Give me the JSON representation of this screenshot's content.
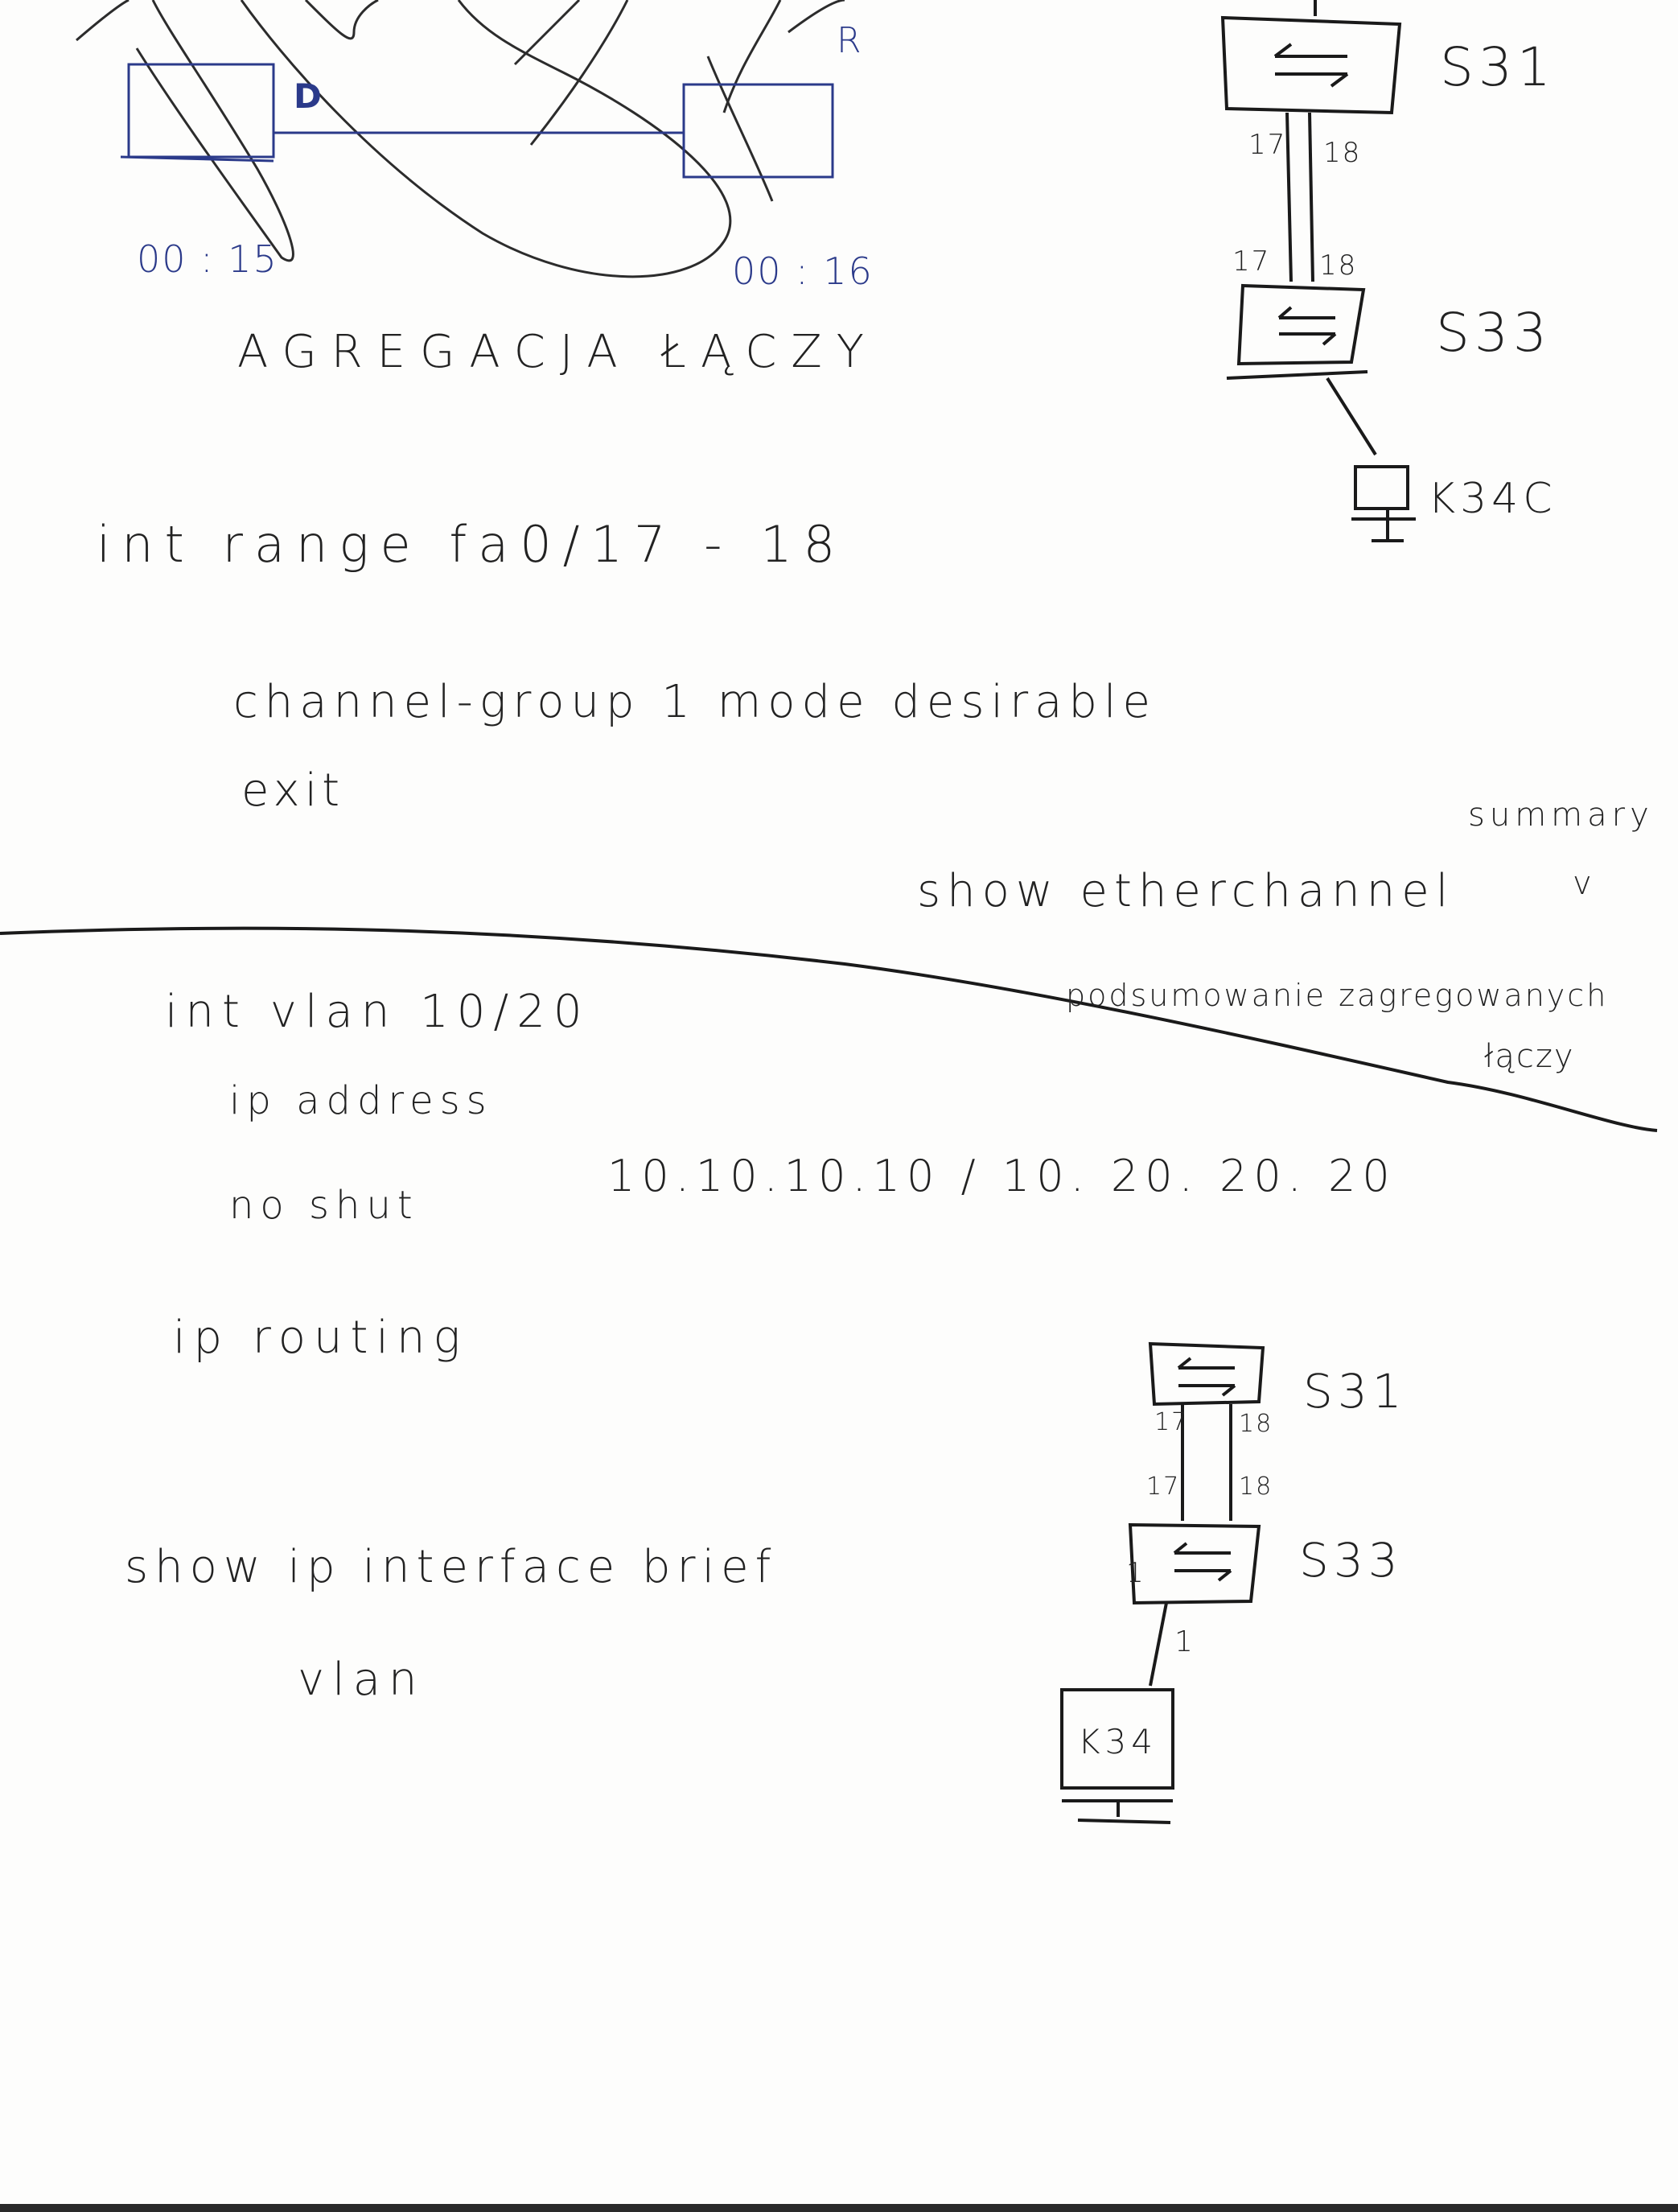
{
  "top": {
    "label_d": "D",
    "label_r": "R",
    "time_left": "00 : 15",
    "time_right": "00 : 16",
    "title": "AGREGACJA ŁĄCZY"
  },
  "diagram_top": {
    "switch_top": "S31",
    "switch_bottom": "S33",
    "port_a_upper": "17",
    "port_b_upper": "18",
    "port_a_lower": "17",
    "port_b_lower": "18",
    "computer": "K34C"
  },
  "commands": {
    "line1": "int   range   fa0/17  -  18",
    "line2": "channel-group 1   mode  desirable",
    "line3": "exit",
    "show_cmd": "show  etherchannel",
    "summary": "summary",
    "summary_mark": "v",
    "note1": "podsumowanie zagregowanych",
    "note2": "łączy"
  },
  "section2": {
    "int_vlan": "int  vlan  10/20",
    "ip_address": "ip   address",
    "ip_value": "10.10.10.10  /  10. 20. 20. 20",
    "no_shut": "no   shut",
    "ip_routing": "ip   routing",
    "show_ip": "show  ip   interface  brief",
    "vlan": "vlan"
  },
  "diagram_bottom": {
    "switch_top": "S31",
    "switch_bottom": "S33",
    "port_a_upper": "17",
    "port_b_upper": "18",
    "port_a_lower": "17",
    "port_b_lower": "18",
    "port_pc": "1",
    "port_left": "1",
    "computer": "K34"
  }
}
